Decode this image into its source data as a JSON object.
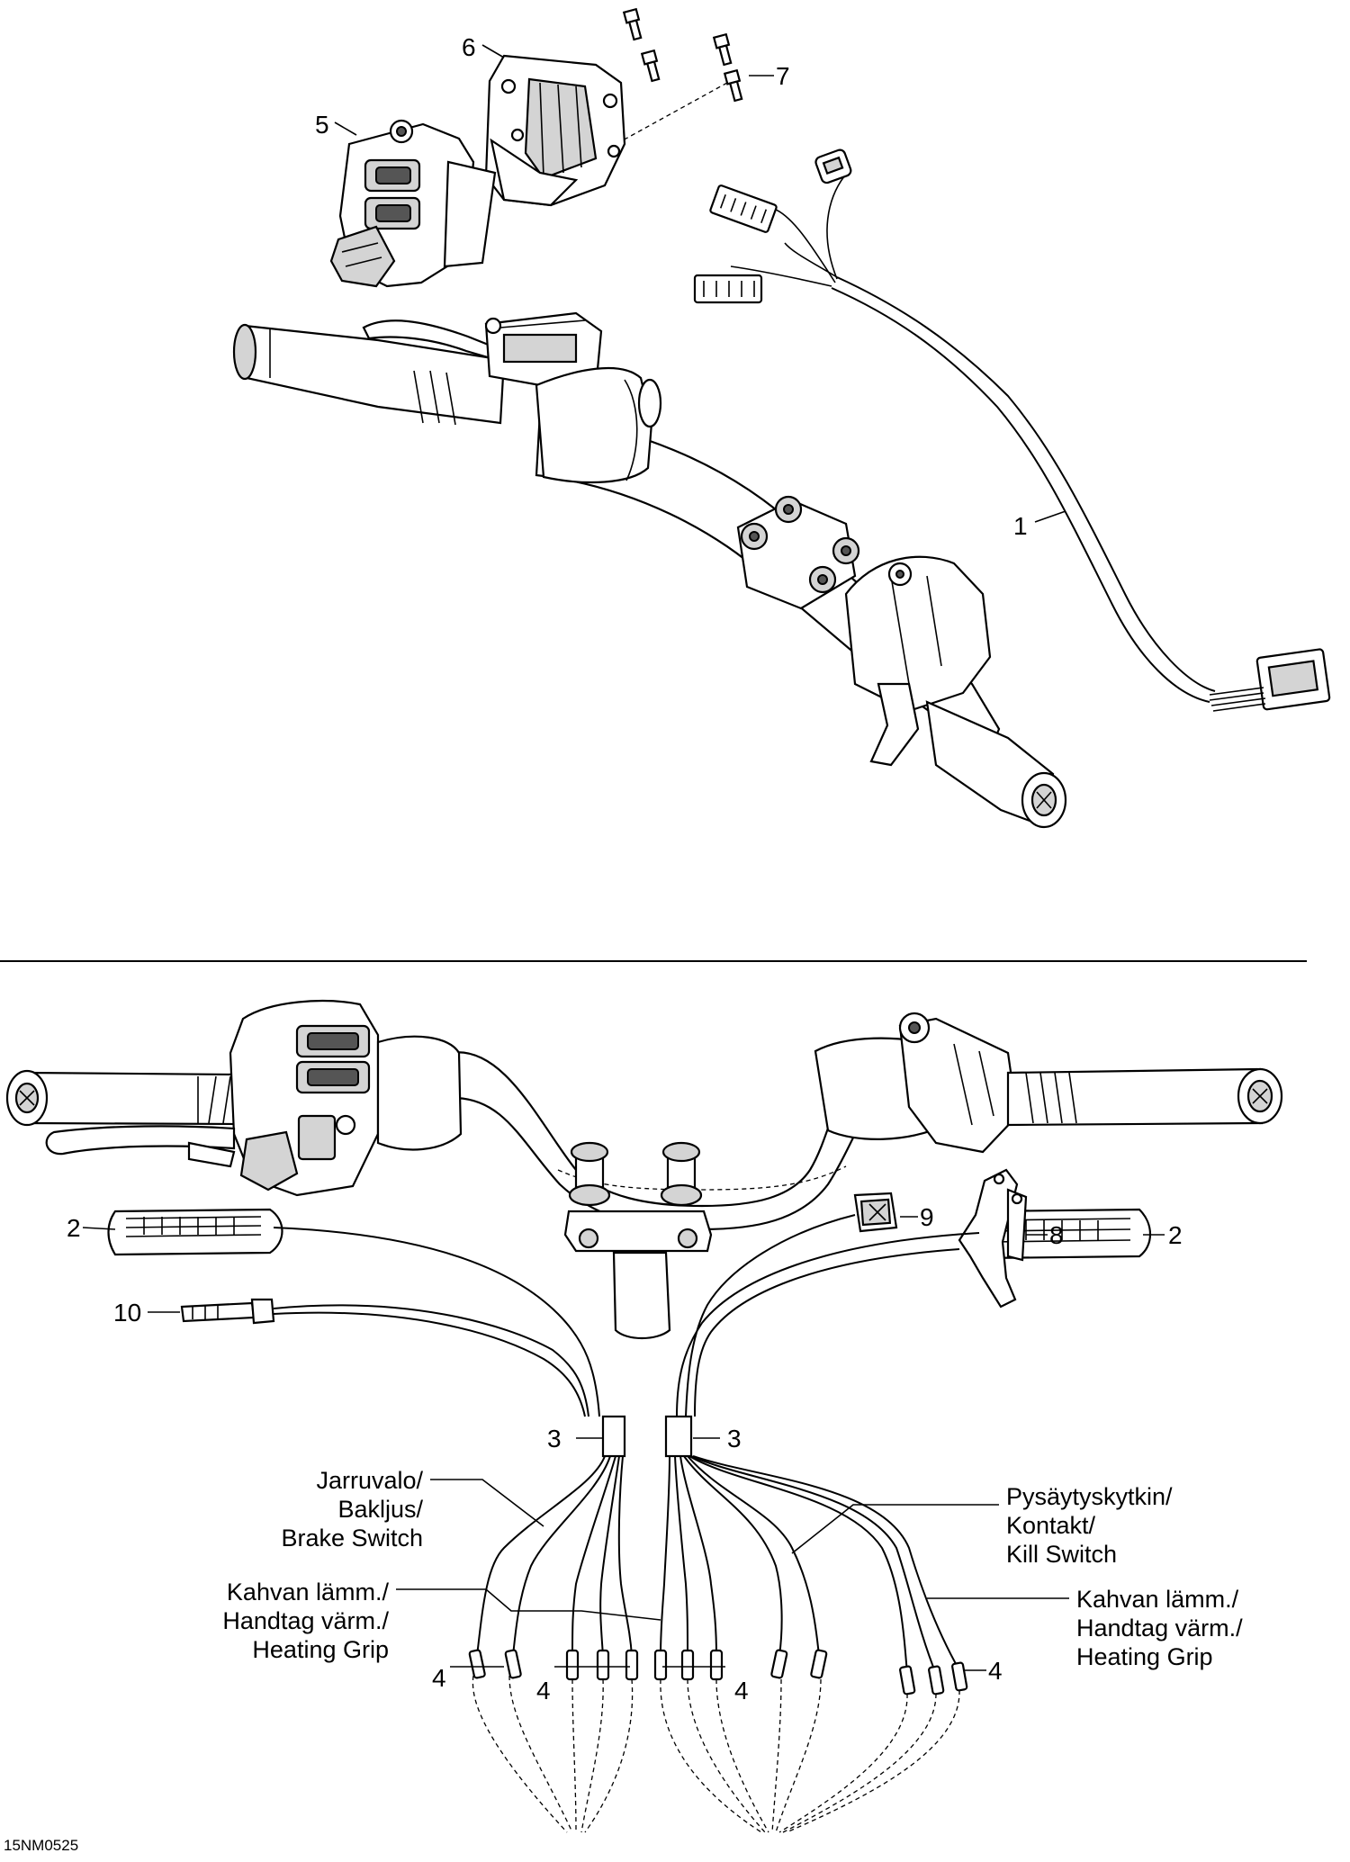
{
  "figure_code": "15NM0525",
  "callouts": {
    "c1": "1",
    "c2_left": "2",
    "c2_right": "2",
    "c3_left": "3",
    "c3_right": "3",
    "c4_a": "4",
    "c4_b": "4",
    "c4_c": "4",
    "c4_d": "4",
    "c5": "5",
    "c6": "6",
    "c7": "7",
    "c8": "8",
    "c9": "9",
    "c10": "10"
  },
  "notes": {
    "brake_switch": [
      "Jarruvalo/",
      "Bakljus/",
      "Brake Switch"
    ],
    "heating_grip_left": [
      "Kahvan lämm./",
      "Handtag värm./",
      "Heating Grip"
    ],
    "kill_switch": [
      "Pysäytyskytkin/",
      "Kontakt/",
      "Kill Switch"
    ],
    "heating_grip_right": [
      "Kahvan lämm./",
      "Handtag värm./",
      "Heating Grip"
    ]
  }
}
